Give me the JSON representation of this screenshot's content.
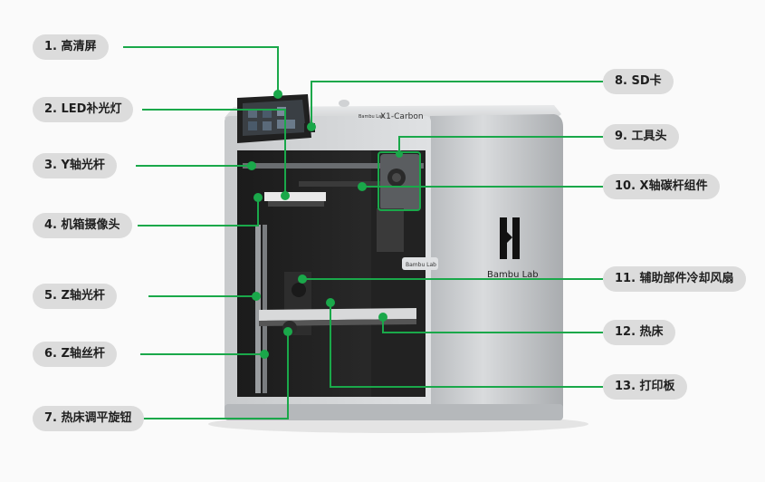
{
  "printer": {
    "brand_small": "Bambu Lab",
    "model": "X1-Carbon",
    "side_logo": "Bambu Lab",
    "fan_badge": "Bambu Lab"
  },
  "labels": [
    {
      "id": "1",
      "text": "1. 高清屏"
    },
    {
      "id": "2",
      "text": "2. LED补光灯"
    },
    {
      "id": "3",
      "text": "3. Y轴光杆"
    },
    {
      "id": "4",
      "text": "4. 机箱摄像头"
    },
    {
      "id": "5",
      "text": "5. Z轴光杆"
    },
    {
      "id": "6",
      "text": "6. Z轴丝杆"
    },
    {
      "id": "7",
      "text": "7. 热床调平旋钮"
    },
    {
      "id": "8",
      "text": "8. SD卡"
    },
    {
      "id": "9",
      "text": "9. 工具头"
    },
    {
      "id": "10",
      "text": "10. X轴碳杆组件"
    },
    {
      "id": "11",
      "text": "11. 辅助部件冷却风扇"
    },
    {
      "id": "12",
      "text": "12. 热床"
    },
    {
      "id": "13",
      "text": "13. 打印板"
    }
  ],
  "colors": {
    "accent": "#1aa84a",
    "label_bg": "#dcdcdc",
    "body_silver": "#c9cbcd",
    "frame_dark": "#2a2a2a"
  }
}
